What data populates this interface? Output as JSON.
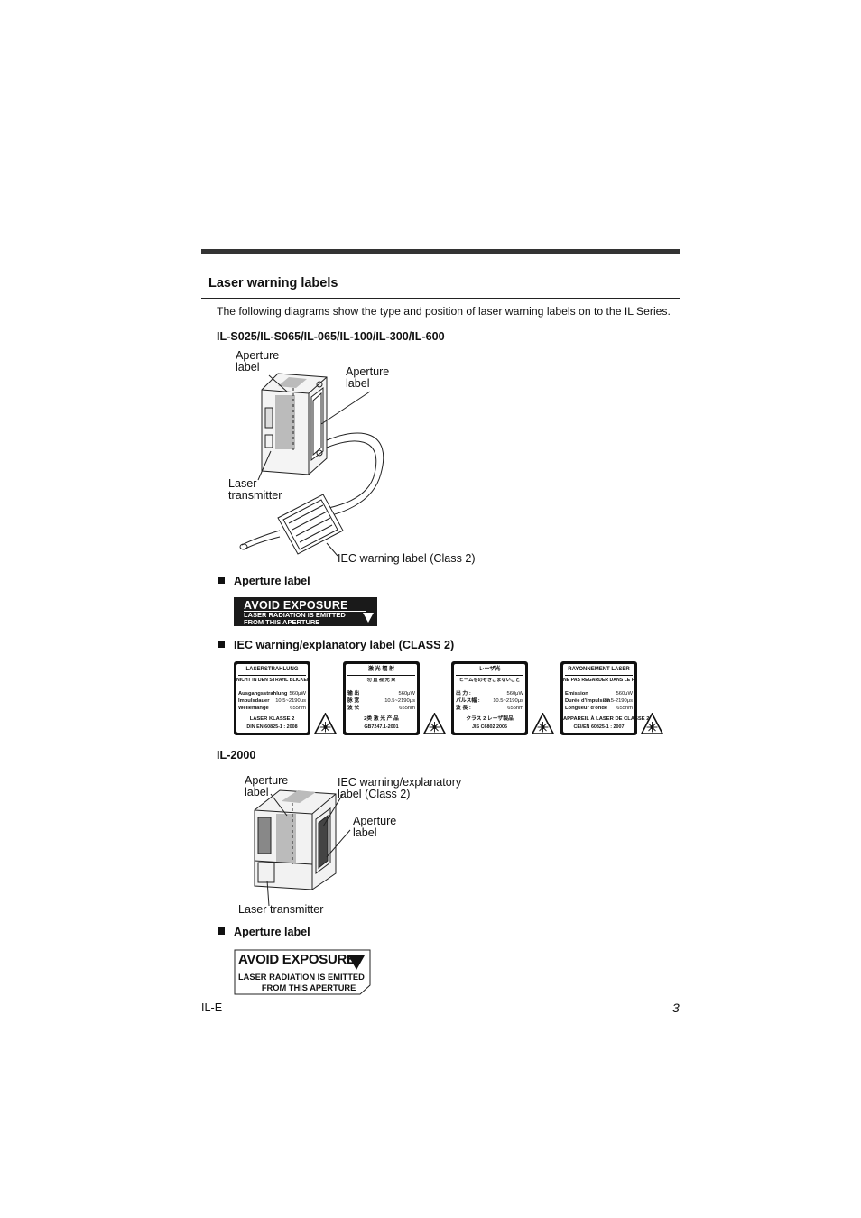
{
  "section_title": "Laser warning labels",
  "intro": "The following diagrams show the type and position of laser warning labels on to the IL Series.",
  "model_heading_1": "IL-S025/IL-S065/IL-065/IL-100/IL-300/IL-600",
  "diagram1": {
    "aperture_label_left": "Aperture\nlabel",
    "aperture_label_right": "Aperture\nlabel",
    "laser_transmitter": "Laser\ntransmitter",
    "iec_warning": "IEC warning label (Class 2)"
  },
  "sub_aperture_1": "Aperture label",
  "avoid_label_1": {
    "title": "AVOID EXPOSURE",
    "text": "LASER RADIATION IS EMITTED\nFROM THIS APERTURE"
  },
  "sub_iec": "IEC warning/explanatory label (CLASS 2)",
  "iec_labels": [
    {
      "head": "LASERSTRAHLUNG",
      "head2": "NICHT IN DEN STRAHL BLICKEN",
      "rows": [
        [
          "Ausgangsstrahlung",
          "560μW"
        ],
        [
          "Impulsdauer",
          "10.5~2190μs"
        ],
        [
          "Wellenlänge",
          "655nm"
        ]
      ],
      "foot": "LASER KLASSE 2",
      "foot2": "DIN EN 60825-1 : 2008"
    },
    {
      "head": "激 光 辐 射",
      "head2": "勿 直 视 光 束",
      "rows": [
        [
          "输 出",
          "560μW"
        ],
        [
          "脉 宽",
          "10.5~2190μs"
        ],
        [
          "波 长",
          "655nm"
        ]
      ],
      "foot": "2类 激 光 产 品",
      "foot2": "GB7247.1-2001"
    },
    {
      "head": "レーザ光",
      "head2": "ビームをのぞきこまないこと",
      "rows": [
        [
          "出 力 :",
          "560μW"
        ],
        [
          "パルス幅 :",
          "10.5~2190μs"
        ],
        [
          "波 長 :",
          "655nm"
        ]
      ],
      "foot": "クラス 2 レーザ製品",
      "foot2": "JIS C6802 2005"
    },
    {
      "head": "RAYONNEMENT LASER",
      "head2": "NE PAS REGARDER DANS LE FAISCEAU",
      "rows": [
        [
          "Emission",
          "560μW"
        ],
        [
          "Durée d'impulsion",
          "10.5-2190μs"
        ],
        [
          "Longueur d'onde",
          "655nm"
        ]
      ],
      "foot": "APPAREIL À LASER DE CLASSE 2",
      "foot2": "CEI/EN 60825-1 : 2007"
    }
  ],
  "model_heading_2": "IL-2000",
  "diagram2": {
    "aperture_label_left": "Aperture\nlabel",
    "iec_label": "IEC warning/explanatory\nlabel (Class 2)",
    "aperture_label_right": "Aperture\nlabel",
    "laser_transmitter": "Laser transmitter"
  },
  "sub_aperture_2": "Aperture label",
  "avoid_label_2": {
    "title": "AVOID EXPOSURE",
    "text": "LASER RADIATION IS EMITTED\n          FROM THIS APERTURE"
  },
  "footer_left": "IL-E",
  "footer_right": "3"
}
